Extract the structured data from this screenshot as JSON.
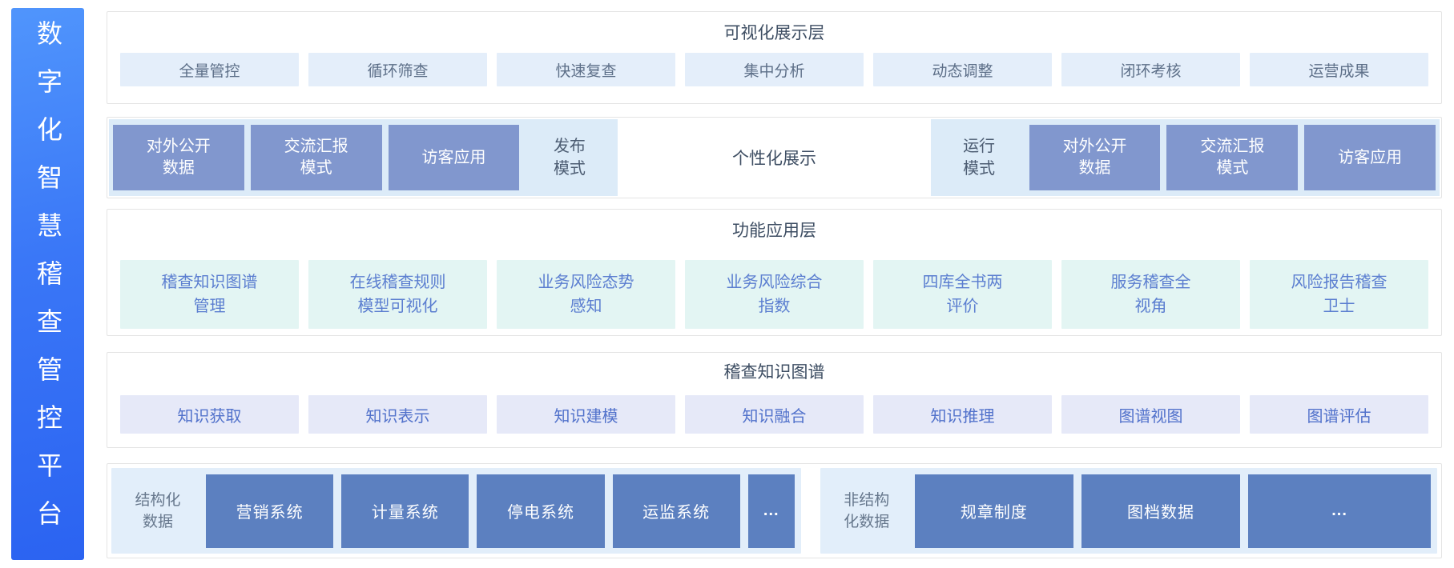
{
  "platform": {
    "title": "数字化智慧稽查管控平台"
  },
  "colors": {
    "sidebar_gradient_top": "#5095fc",
    "sidebar_gradient_bottom": "#2b63f1",
    "layer1_item_bg": "#e4eefa",
    "mode_group_bg": "#dcebf8",
    "mode_box_bg": "#8197ce",
    "function_item_bg": "#e3f5f3",
    "knowledge_item_bg": "#e6e9f8",
    "data_group_bg": "#e2eefa",
    "data_box_bg": "#5c80c0",
    "item_text_blue": "#5b7ed0",
    "title_text": "#3e4e63"
  },
  "layers": {
    "visualization": {
      "title": "可视化展示层",
      "items": [
        "全量管控",
        "循环筛查",
        "快速复查",
        "集中分析",
        "动态调整",
        "闭环考核",
        "运营成果"
      ]
    },
    "modes": {
      "publish": {
        "boxes": [
          "对外公开\n数据",
          "交流汇报\n模式",
          "访客应用"
        ],
        "label": "发布\n模式"
      },
      "center_label": "个性化展示",
      "run": {
        "label": "运行\n模式",
        "boxes": [
          "对外公开\n数据",
          "交流汇报\n模式",
          "访客应用"
        ]
      }
    },
    "function": {
      "title": "功能应用层",
      "items": [
        "稽查知识图谱\n管理",
        "在线稽查规则\n模型可视化",
        "业务风险态势\n感知",
        "业务风险综合\n指数",
        "四库全书两\n评价",
        "服务稽查全\n视角",
        "风险报告稽查\n卫士"
      ]
    },
    "knowledge_graph": {
      "title": "稽查知识图谱",
      "items": [
        "知识获取",
        "知识表示",
        "知识建模",
        "知识融合",
        "知识推理",
        "图谱视图",
        "图谱评估"
      ]
    },
    "data_layer": {
      "structured": {
        "label": "结构化\n数据",
        "boxes": [
          "营销系统",
          "计量系统",
          "停电系统",
          "运监系统",
          "..."
        ]
      },
      "unstructured": {
        "label": "非结构\n化数据",
        "boxes": [
          "规章制度",
          "图档数据",
          "..."
        ]
      }
    }
  }
}
